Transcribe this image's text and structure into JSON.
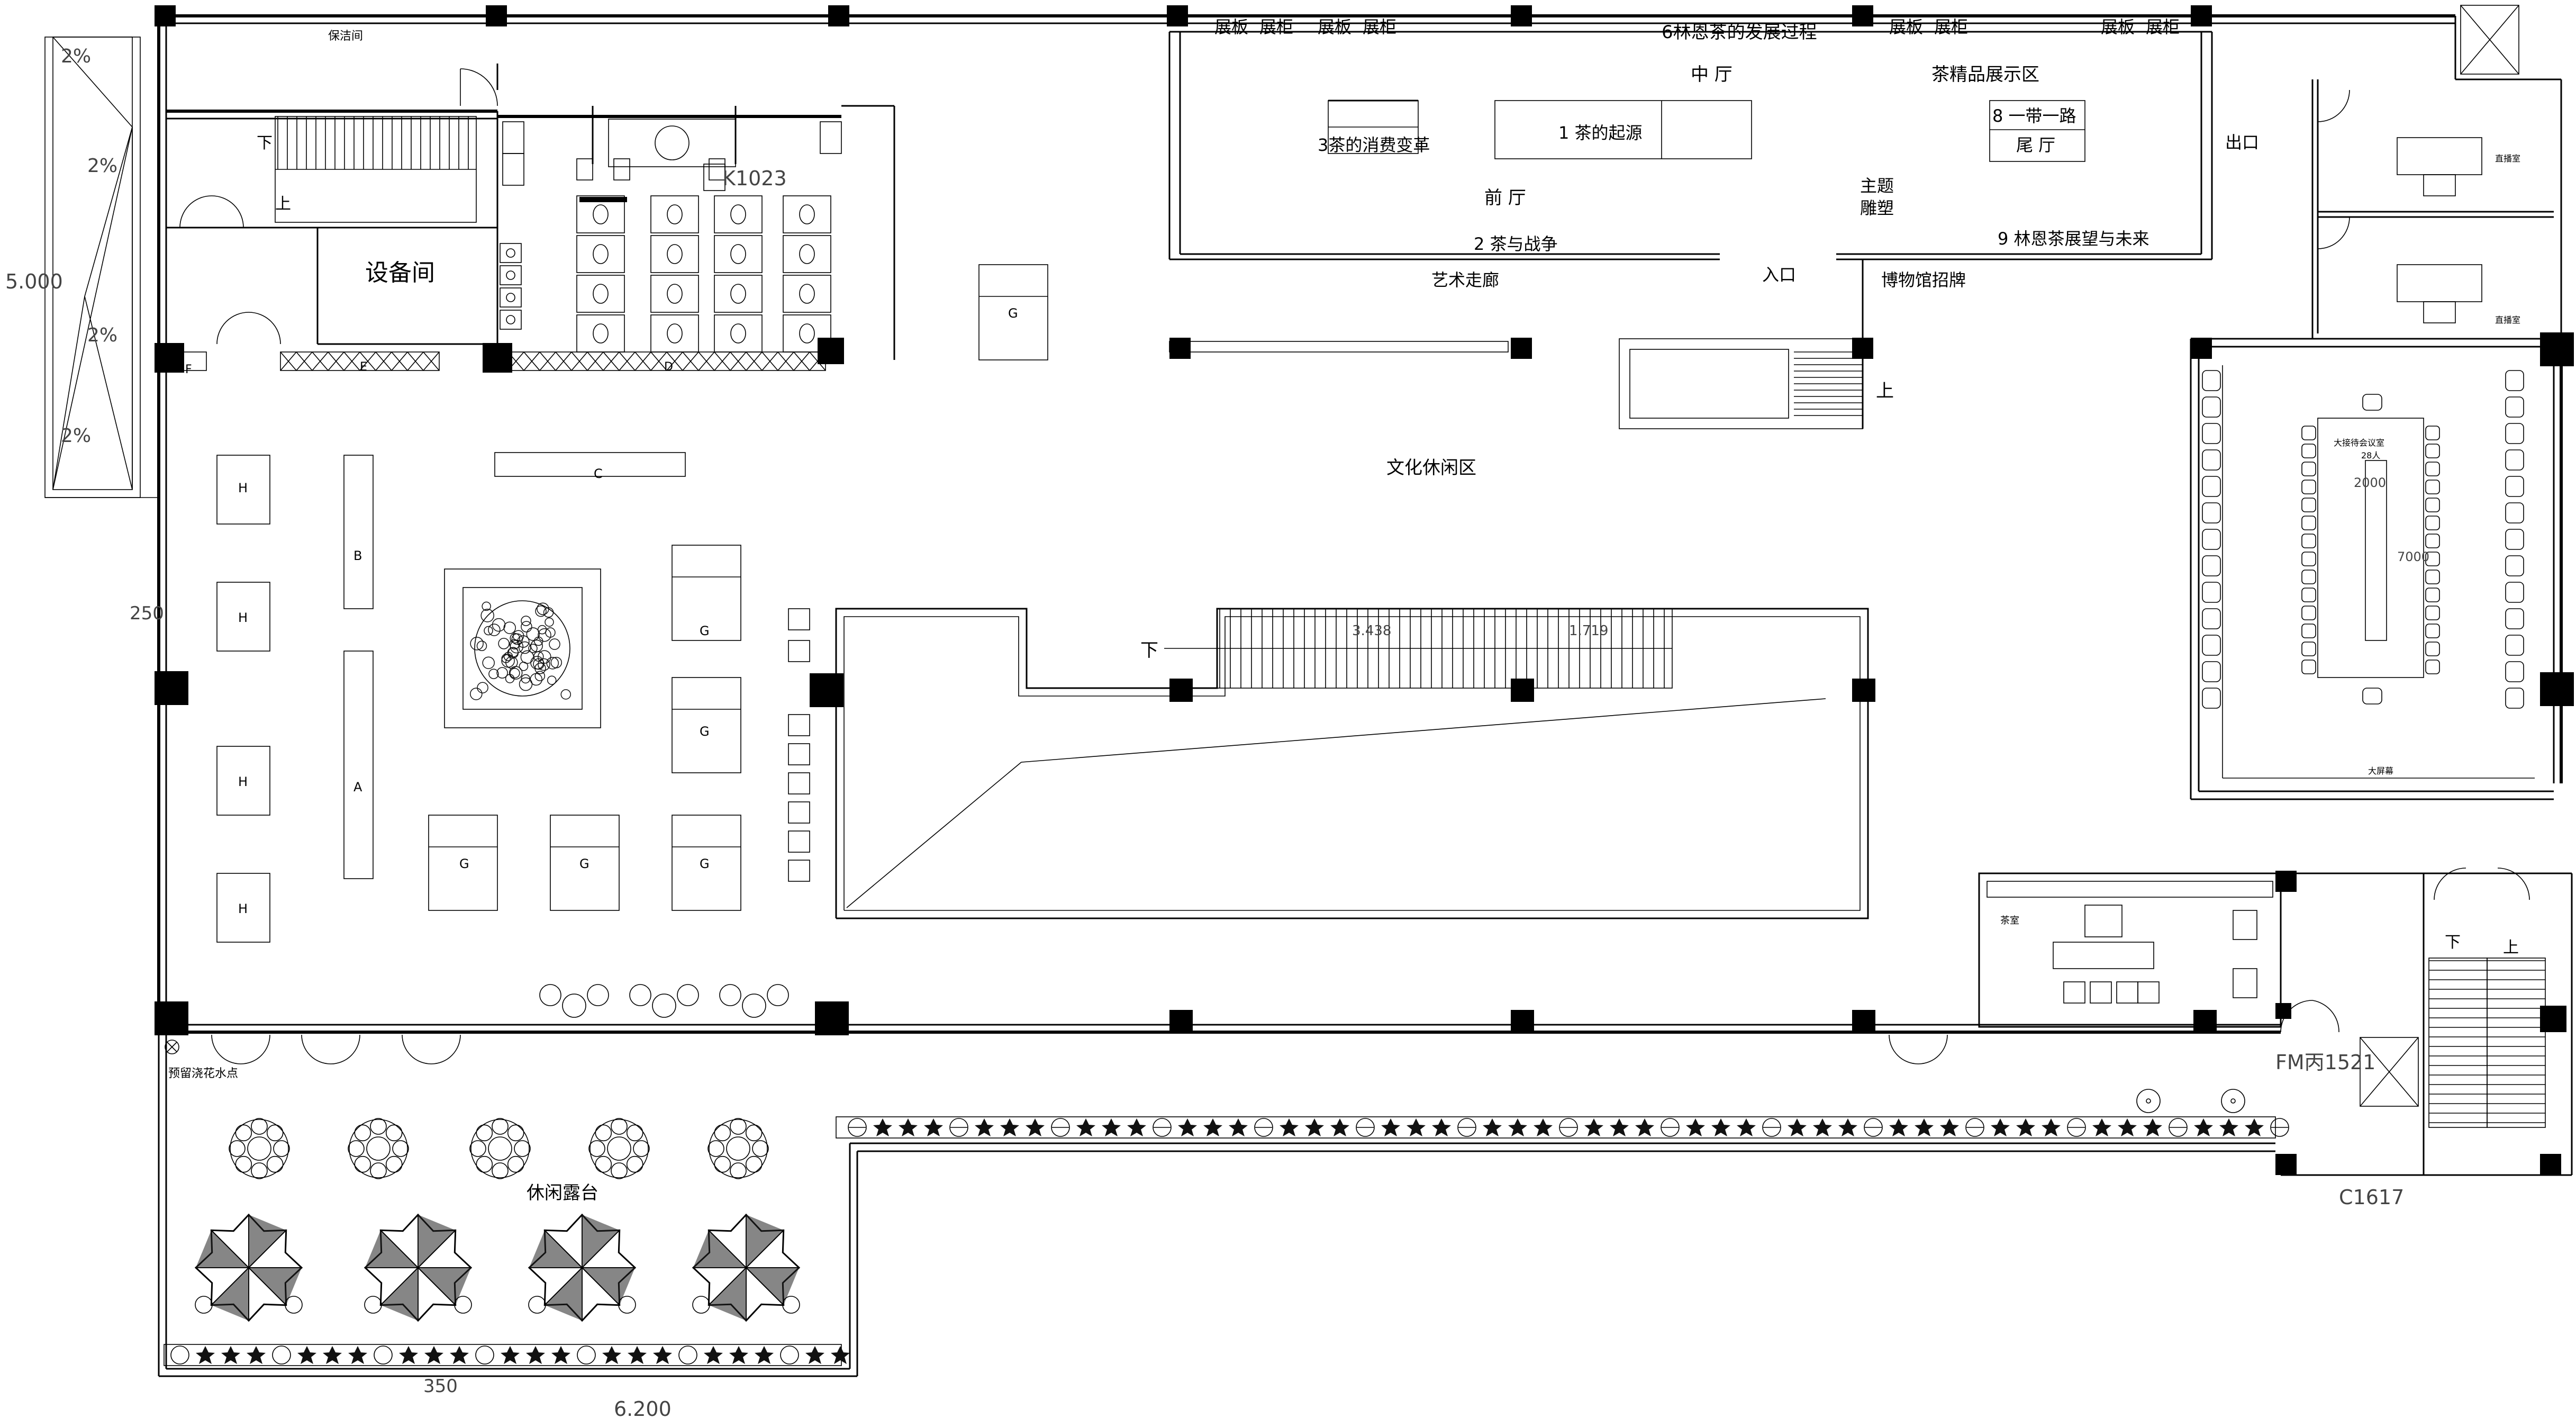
{
  "labels": {
    "cleaning_room": "保洁间",
    "equipment_room": "设备间",
    "exhibit_b1": "展板",
    "exhibit_c1": "展柜",
    "exhibit_b2": "展板",
    "exhibit_c2": "展柜",
    "exhibit_b3": "展板",
    "exhibit_c3": "展柜",
    "exhibit_b4": "展板",
    "exhibit_c4": "展柜",
    "section_6": "6林恩茶的发展过程",
    "middle_hall": "中 厅",
    "tea_display": "茶精品展示区",
    "section_8": "8 一带一路",
    "tail_hall": "尾 厅",
    "section_3": "3茶的消费变革",
    "section_1": "1 茶的起源",
    "front_hall": "前 厅",
    "exit": "出口",
    "theme_sculpture_1": "主题",
    "theme_sculpture_2": "雕塑",
    "section_2": "2 茶与战争",
    "section_9": "9 林恩茶展望与未来",
    "art_corridor": "艺术走廊",
    "entrance": "入口",
    "museum_sign": "博物馆招牌",
    "up_1": "上",
    "down_1": "下",
    "up_2": "上",
    "down_2": "下",
    "down_3": "下",
    "up_3": "上",
    "culture_area": "文化休闲区",
    "leisure_terrace": "休闲露台",
    "watering_point": "预留浇花水点",
    "tea_room": "茶室",
    "live_room_1": "直播室",
    "live_room_2": "直播室",
    "meeting_title": "大接待会议室",
    "meeting_seats": "28人",
    "big_screen": "大屏幕"
  },
  "zones": {
    "zone_a": "A",
    "zone_b": "B",
    "zone_c": "C",
    "zone_d": "D",
    "zone_e": "E",
    "zone_f": "F",
    "zone_g": "G",
    "zone_h": "H"
  },
  "codes": {
    "door_k1023": "K1023",
    "fm_1521": "FM丙1521",
    "c1617": "C1617"
  },
  "dimensions": {
    "elev_5000": "5.000",
    "elev_6200": "6.200",
    "elev_3438": "3.438",
    "elev_1719": "1.719",
    "slope_1": "2%",
    "slope_2": "2%",
    "slope_3": "2%",
    "slope_4": "2%",
    "dim_250": "250",
    "dim_350": "350",
    "dim_2000": "2000",
    "dim_7000": "7000"
  }
}
